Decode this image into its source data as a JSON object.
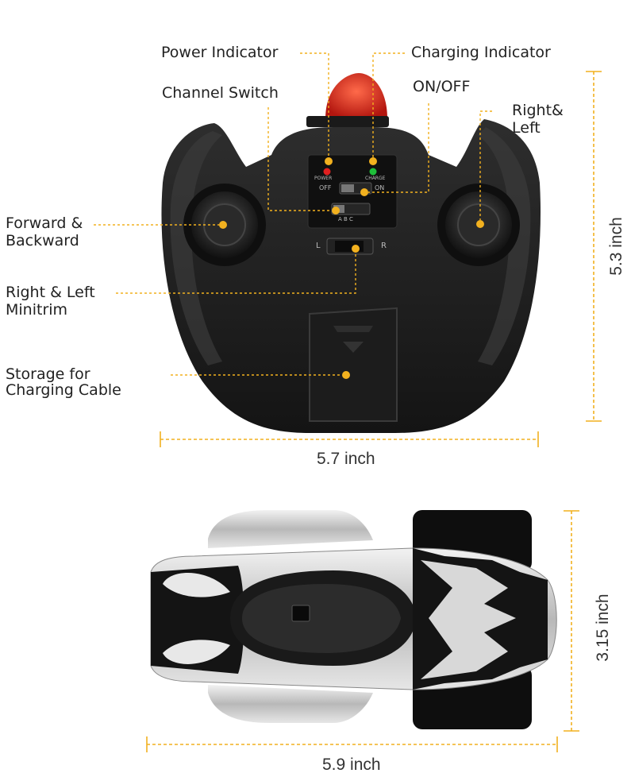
{
  "labels": {
    "power_indicator": "Power Indicator",
    "charging_indicator": "Charging Indicator",
    "channel_switch": "Channel Switch",
    "on_off": "ON/OFF",
    "right_left_1": "Right&",
    "right_left_2": "Left",
    "forward_1": "Forward &",
    "forward_2": "Backward",
    "minitrim_1": "Right & Left",
    "minitrim_2": "Minitrim",
    "storage_1": "Storage for",
    "storage_2": "Charging Cable"
  },
  "remote_panel": {
    "power_text": "POWER",
    "charge_text": "CHARGE",
    "off_text": "OFF",
    "on_text": "ON",
    "channel_text": "A B C",
    "trim_left": "L",
    "trim_right": "R"
  },
  "dimensions": {
    "remote_height": "5.3 inch",
    "remote_width": "5.7 inch",
    "car_height": "3.15 inch",
    "car_width": "5.9 inch"
  },
  "colors": {
    "callout": "#f2b11f",
    "remote_body": "#1b1b1b",
    "antenna": "#d8261c"
  }
}
